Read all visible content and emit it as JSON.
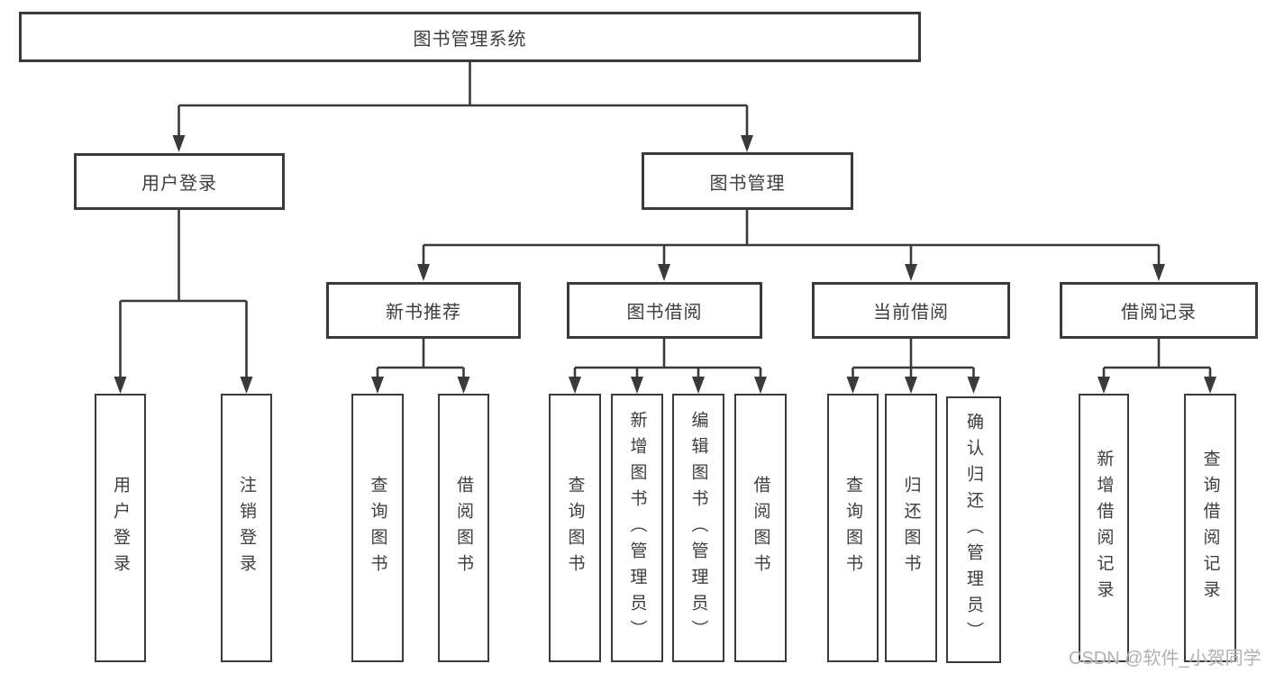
{
  "diagram_title": "图书管理系统",
  "colors": {
    "line": "#3a3a3a",
    "box_border": "#3a3a3a",
    "text": "#3d3d3d",
    "watermark": "#b0b0b0",
    "background": "#ffffff"
  },
  "nodes": {
    "root": "图书管理系统",
    "l2": [
      "用户登录",
      "图书管理"
    ],
    "l3": [
      "新书推荐",
      "图书借阅",
      "当前借阅",
      "借阅记录"
    ],
    "l4": [
      "用户登录",
      "注销登录",
      "查询图书",
      "借阅图书",
      "查询图书",
      "新增图书（管理员）",
      "编辑图书（管理员）",
      "借阅图书",
      "查询图书",
      "归还图书",
      "确认归还（管理员）",
      "新增借阅记录",
      "查询借阅记录"
    ]
  },
  "hierarchy": {
    "图书管理系统": [
      "用户登录",
      "图书管理"
    ],
    "用户登录": [
      "用户登录",
      "注销登录"
    ],
    "图书管理": [
      "新书推荐",
      "图书借阅",
      "当前借阅",
      "借阅记录"
    ],
    "新书推荐": [
      "查询图书",
      "借阅图书"
    ],
    "图书借阅": [
      "查询图书",
      "新增图书（管理员）",
      "编辑图书（管理员）",
      "借阅图书"
    ],
    "当前借阅": [
      "查询图书",
      "归还图书",
      "确认归还（管理员）"
    ],
    "借阅记录": [
      "新增借阅记录",
      "查询借阅记录"
    ]
  },
  "watermark": {
    "text": "CSDN @软件_小贺同学"
  }
}
